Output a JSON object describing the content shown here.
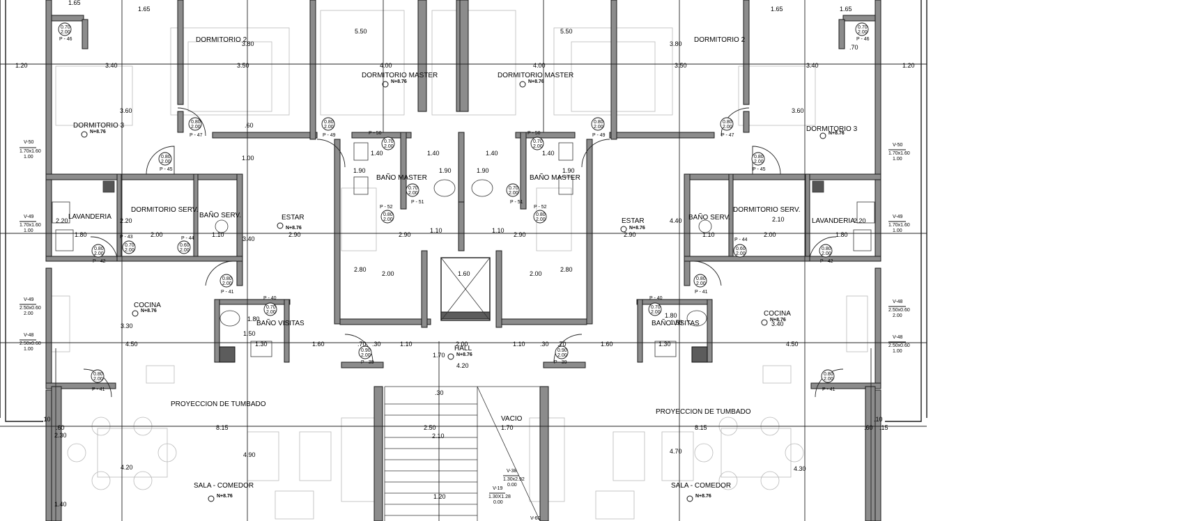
{
  "colors": {
    "wall": "#8c8c8c",
    "wall_dark": "#5c5c5c",
    "line": "#1a1a1a",
    "faint": "#b9b9b9",
    "paper": "#ffffff"
  },
  "rooms": {
    "left": {
      "dormitorio2": "DORMITORIO 2",
      "dormitorio3": "DORMITORIO 3",
      "dormitorio_master": "DORMITORIO MASTER",
      "lavanderia": "LAVANDERIA",
      "dormitorio_serv": "DORMITORIO SERV.",
      "bano_serv": "BAÑO SERV.",
      "estar": "ESTAR",
      "cocina": "COCINA",
      "bano_visitas": "BAÑO VISITAS",
      "proyeccion": "PROYECCION DE TUMBADO",
      "sala": "SALA - COMEDOR",
      "bano_master": "BAÑO MASTER"
    },
    "right": {
      "dormitorio2": "DORMITORIO 2",
      "dormitorio3": "DORMITORIO 3",
      "dormitorio_master": "DORMITORIO MASTER",
      "lavanderia": "LAVANDERIA",
      "dormitorio_serv": "DORMITORIO SERV.",
      "bano_serv": "BAÑO SERV.",
      "estar": "ESTAR",
      "cocina": "COCINA",
      "bano_visitas": "BAÑO VISITAS",
      "proyeccion": "PROYECCION DE TUMBADO",
      "sala": "SALA - COMEDOR",
      "bano_master": "BAÑO MASTER"
    },
    "hall": "HALL",
    "vacio": "VACIO"
  },
  "levels": {
    "n": "N+8.76"
  },
  "door_tags": [
    {
      "size": "0.70\n2.00",
      "code": "P - 46"
    },
    {
      "size": "0.80\n2.00",
      "code": "P - 47"
    },
    {
      "size": "0.80\n2.00",
      "code": "P - 45"
    },
    {
      "size": "0.80\n2.00",
      "code": "P - 49"
    },
    {
      "size": "0.70\n2.00",
      "code": "P - 50"
    },
    {
      "size": "0.70\n2.00",
      "code": "P - 51"
    },
    {
      "size": "0.80\n2.00",
      "code": "P - 52"
    },
    {
      "size": "0.80\n2.00",
      "code": "P - 42"
    },
    {
      "size": "0.70\n2.00",
      "code": "P - 43"
    },
    {
      "size": "0.60\n2.00",
      "code": "P - 44"
    },
    {
      "size": "0.80\n2.00",
      "code": "P - 41"
    },
    {
      "size": "0.70\n2.00",
      "code": "P - 40"
    },
    {
      "size": "0.90\n2.00",
      "code": "P - 39"
    }
  ],
  "window_tags": [
    {
      "code": "V-50",
      "size": "1.70x1.60",
      "sill": "1.00"
    },
    {
      "code": "V-49",
      "size": "1.70x1.60",
      "sill": "1.00"
    },
    {
      "code": "V-49",
      "size": "2.50x0.60",
      "sill": "2.00"
    },
    {
      "code": "V-48",
      "size": "2.50x0.60",
      "sill": "1.00"
    },
    {
      "code": "V-38",
      "size": "1.30x2.92",
      "sill": "0.00"
    },
    {
      "code": "V-19",
      "size": "1.30X1.28",
      "sill": "0.00"
    },
    {
      "code": "V-60",
      "size": "",
      "sill": ""
    }
  ],
  "dimensions": {
    "d165": "1.65",
    "d120": "1.20",
    "d340": "3.40",
    "d380": "3.80",
    "d350": "3.50",
    "d550": "5.50",
    "d400": "4.00",
    "d360": "3.60",
    "d060": ".60",
    "d100": "1.00",
    "d220": "2.20",
    "d180": "1.80",
    "d200": "2.00",
    "d110": "1.10",
    "d290": "2.90",
    "d140": "1.40",
    "d190": "1.90",
    "d280": "2.80",
    "d160": "1.60",
    "d330": "3.30",
    "d450": "4.50",
    "d150": "1.50",
    "d130": "1.30",
    "d170": "1.70",
    "d420": "4.20",
    "d030": ".30",
    "d070": ".70",
    "d250": "2.50",
    "d210": "2.10",
    "d815": "8.15",
    "d230": "2.30",
    "d490": "4.90",
    "d470": "4.70",
    "d430": "4.30",
    "d440": "4.40",
    "d010": ".10",
    "d015": ".15",
    "d070b": ".70"
  }
}
